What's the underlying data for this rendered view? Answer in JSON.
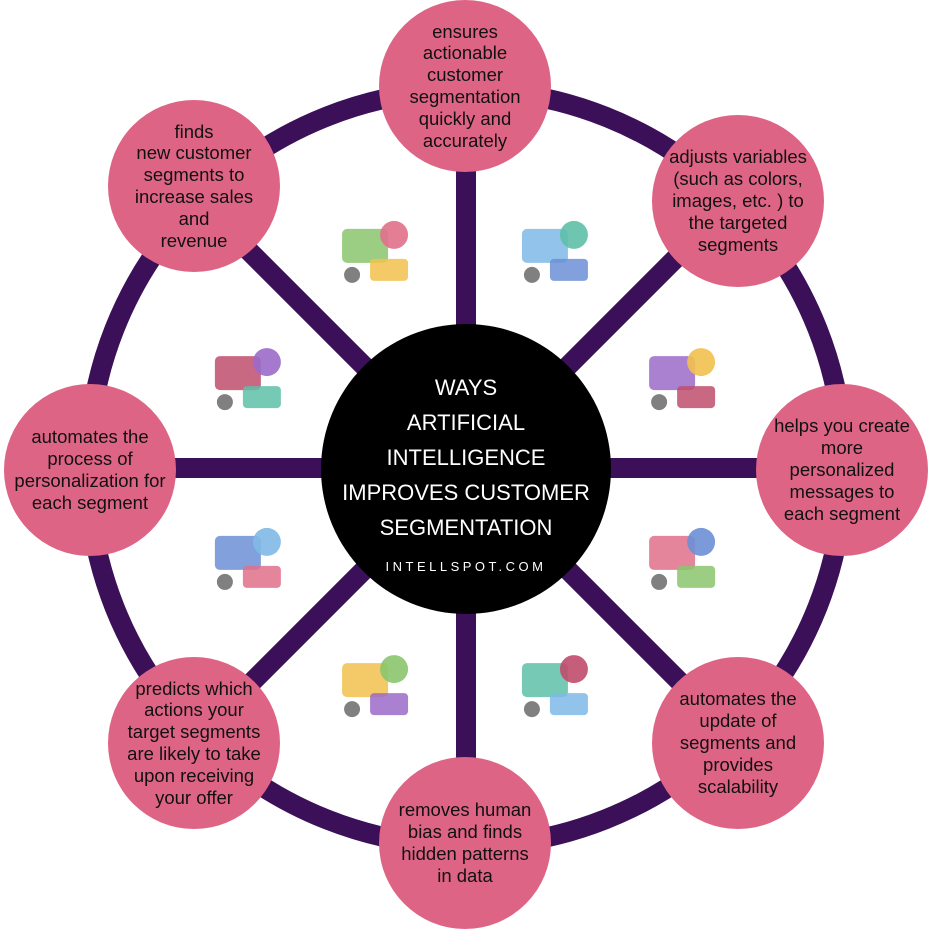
{
  "title": "WAYS\nARTIFICIAL\nINTELLIGENCE\nIMPROVES CUSTOMER\nSEGMENTATION",
  "site": "INTELLSPOT.COM",
  "colors": {
    "ring": "#3b1058",
    "node": "#de6486",
    "center": "#000000"
  },
  "nodes": [
    "ensures\nactionable\ncustomer\nsegmentation\nquickly and\naccurately",
    "adjusts variables\n(such as colors,\nimages, etc. ) to\nthe targeted\nsegments",
    "helps you create\nmore\npersonalized\nmessages to\neach segment",
    "automates the\nupdate of\nsegments and\nprovides\nscalability",
    "removes human\nbias and finds\nhidden patterns\nin data",
    "predicts which\nactions your\ntarget segments\nare likely to take\nupon receiving\nyour offer",
    "automates the\nprocess of\npersonalization for\neach segment",
    "finds\nnew customer\nsegments to\nincrease sales and\nrevenue"
  ],
  "illustrations": [
    "business-team-illustration",
    "paint-hand-illustration",
    "shopping-man-illustration",
    "analytics-people-illustration",
    "laptop-alert-illustration",
    "growth-arrow-illustration",
    "presentation-board-illustration",
    "shopping-woman-illustration"
  ]
}
